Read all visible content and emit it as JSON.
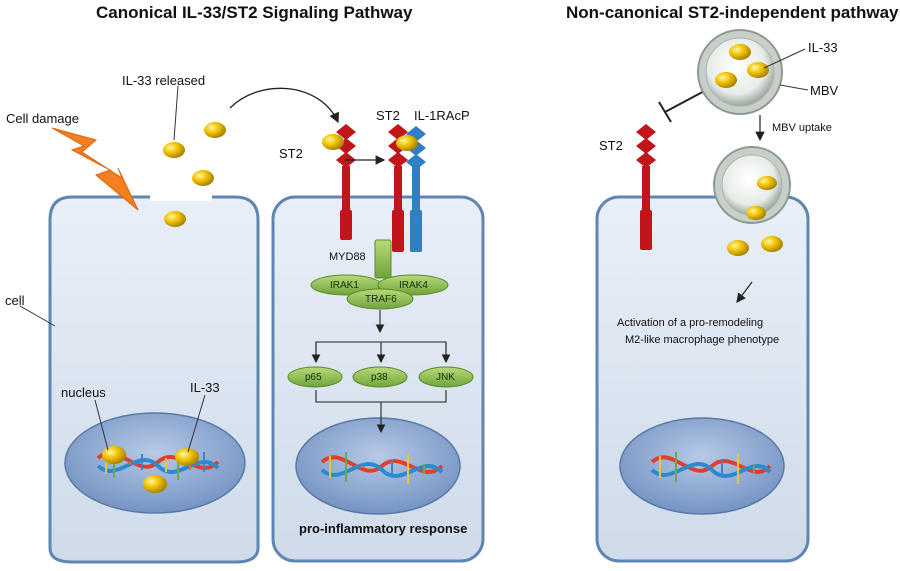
{
  "titles": {
    "canonical": "Canonical IL-33/ST2  Signaling Pathway",
    "noncanonical": "Non-canonical ST2-independent pathway"
  },
  "left_cell": {
    "cell_damage": "Cell damage",
    "il33_released": "IL-33 released",
    "cell": "cell",
    "nucleus": "nucleus",
    "il33": "IL-33"
  },
  "middle_cell": {
    "st2_outside": "ST2",
    "st2": "ST2",
    "il1racp": "IL-1RAcP",
    "myd88": "MYD88",
    "irak1": "IRAK1",
    "irak4": "IRAK4",
    "traf6": "TRAF6",
    "p65": "p65",
    "p38": "p38",
    "jnk": "JNK",
    "response": "pro-inflammatory response"
  },
  "right_cell": {
    "st2": "ST2",
    "il33": "IL-33",
    "mbv": "MBV",
    "mbv_uptake": "MBV uptake",
    "activation_line1": "Activation of a pro-remodeling",
    "activation_line2": "M2-like macrophage phenotype"
  },
  "colors": {
    "cell_fill": "#dbe6f1",
    "cell_border": "#6f92b8",
    "nucleus_fill": "#7f9cc7",
    "receptor_red": "#c0161b",
    "receptor_blue": "#2f7fc1",
    "green_node": "#8ebd4a",
    "ball_yellow": "#f2c400",
    "bolt_orange": "#f47f1f"
  }
}
